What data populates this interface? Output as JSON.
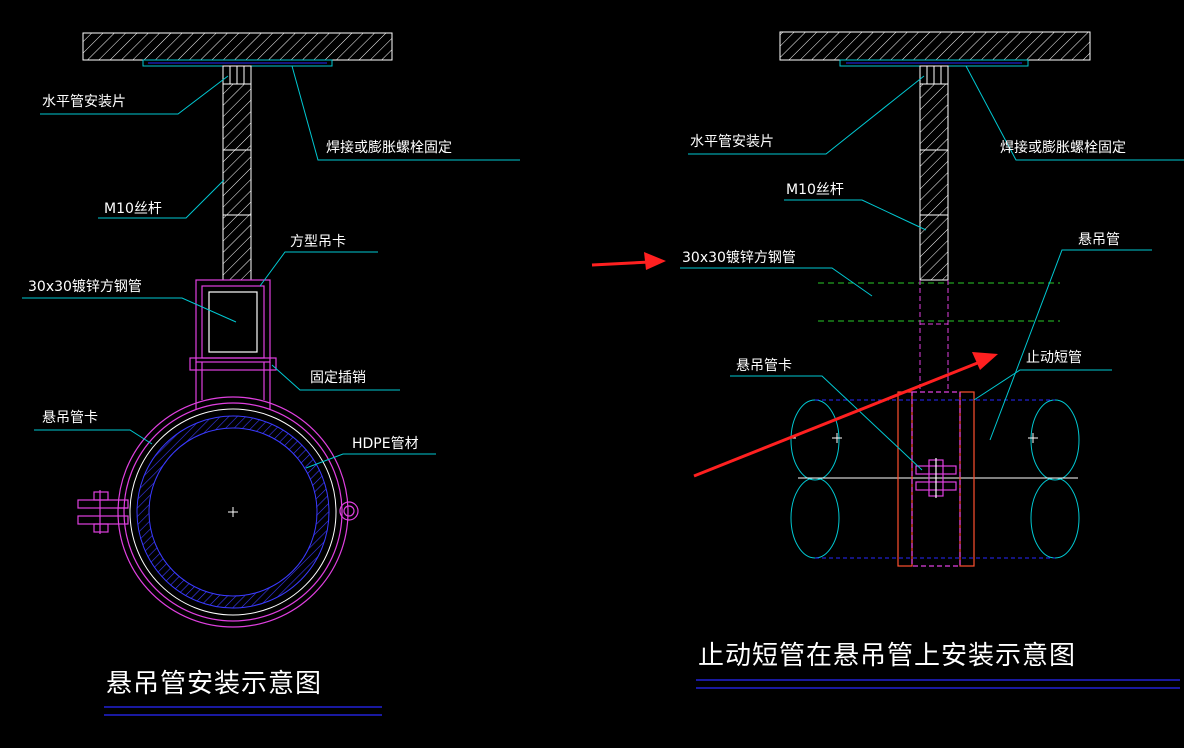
{
  "left": {
    "title": "悬吊管安装示意图",
    "labels": {
      "plate": "水平管安装片",
      "weld": "焊接或膨胀螺栓固定",
      "rod": "M10丝杆",
      "square_clamp": "方型吊卡",
      "steel_tube": "30x30镀锌方钢管",
      "pin": "固定插销",
      "pipe_clamp": "悬吊管卡",
      "hdpe": "HDPE管材"
    }
  },
  "right": {
    "title": "止动短管在悬吊管上安装示意图",
    "labels": {
      "plate": "水平管安装片",
      "weld": "焊接或膨胀螺栓固定",
      "rod": "M10丝杆",
      "steel_tube": "30x30镀锌方钢管",
      "hanging_pipe": "悬吊管",
      "pipe_clamp": "悬吊管卡",
      "stop_pipe": "止动短管"
    }
  },
  "colors": {
    "background": "#000000",
    "leader": "#00c8d2",
    "magenta": "#e040e0",
    "blue": "#2828ff",
    "green": "#28c828",
    "white": "#ffffff",
    "arrow": "#ff2020"
  }
}
